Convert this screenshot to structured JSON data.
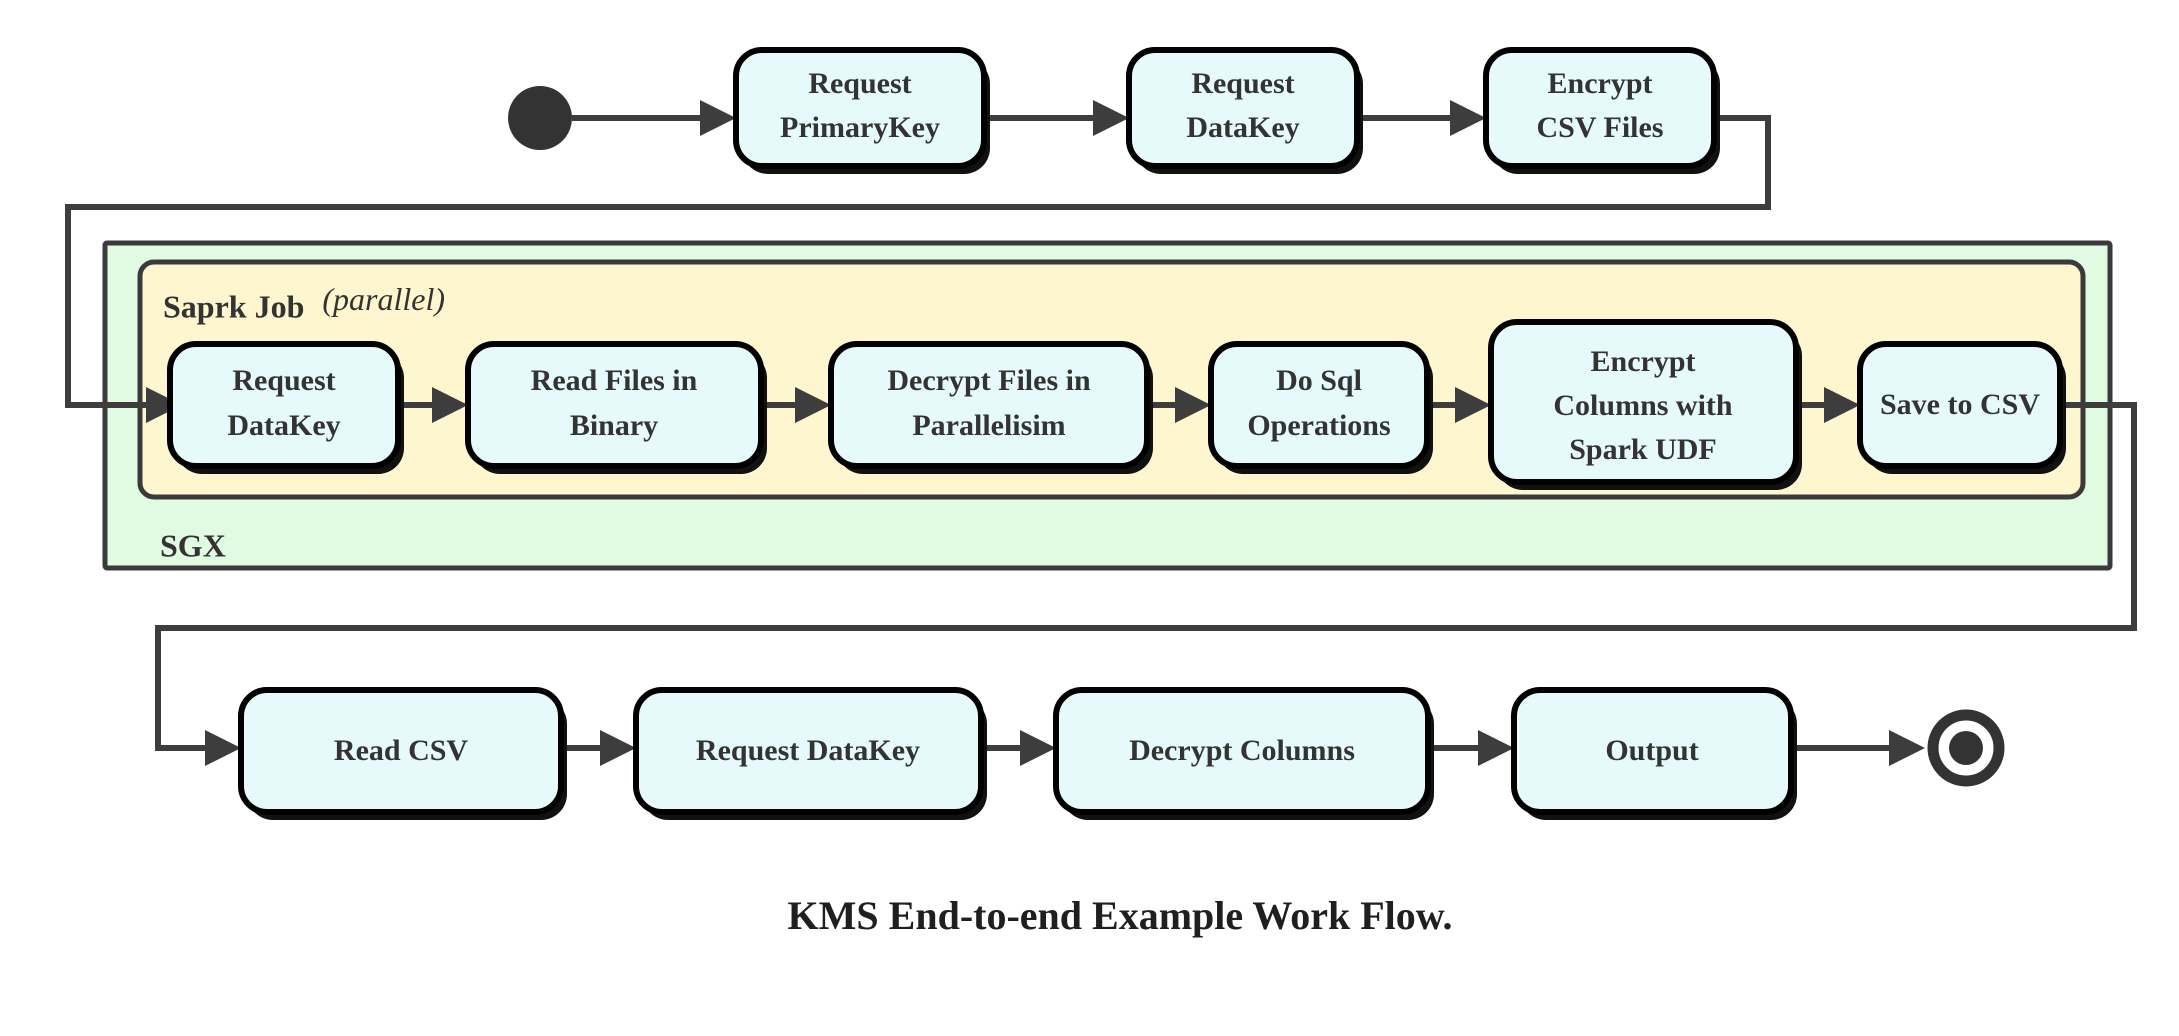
{
  "diagram": {
    "title": "KMS End-to-end Example Work Flow.",
    "type": "activity-flowchart",
    "colors": {
      "node_fill": "#e6f9fb",
      "node_stroke": "#000000",
      "sgx_container_fill": "#e0fbe2",
      "spark_container_fill": "#fdf6ce",
      "container_stroke": "#3a3a3a",
      "connector": "#3d3d3d",
      "text": "#333333"
    },
    "start_node": {
      "name": "start",
      "shape": "filled-circle"
    },
    "end_node": {
      "name": "end",
      "shape": "double-circle"
    },
    "containers": [
      {
        "id": "sgx",
        "label": "SGX",
        "label_italic": "",
        "fill": "#e0fbe2"
      },
      {
        "id": "spark-job",
        "label": "Saprk Job",
        "label_italic": "(parallel)",
        "label_italic_open": "(",
        "label_italic_word": "parallel",
        "label_italic_close": ")",
        "fill": "#fdf6ce"
      }
    ],
    "rows": [
      {
        "id": "top-row",
        "nodes": [
          {
            "id": "request-primarykey",
            "lines": [
              "Request",
              "PrimaryKey"
            ]
          },
          {
            "id": "request-datakey-top",
            "lines": [
              "Request",
              "DataKey"
            ]
          },
          {
            "id": "encrypt-csv-files",
            "lines": [
              "Encrypt",
              "CSV Files"
            ]
          }
        ]
      },
      {
        "id": "spark-row",
        "nodes": [
          {
            "id": "request-datakey-spark",
            "lines": [
              "Request",
              "DataKey"
            ]
          },
          {
            "id": "read-files-in-binary",
            "lines": [
              "Read Files in",
              "Binary"
            ]
          },
          {
            "id": "decrypt-files-in-parallelisim",
            "lines": [
              "Decrypt Files in",
              "Parallelisim"
            ]
          },
          {
            "id": "do-sql-operations",
            "lines": [
              "Do Sql",
              "Operations"
            ]
          },
          {
            "id": "encrypt-columns-with-spark-udf",
            "lines": [
              "Encrypt",
              "Columns with",
              "Spark UDF"
            ]
          },
          {
            "id": "save-to-csv",
            "lines": [
              "Save to CSV"
            ]
          }
        ]
      },
      {
        "id": "bottom-row",
        "nodes": [
          {
            "id": "read-csv",
            "lines": [
              "Read CSV"
            ]
          },
          {
            "id": "request-datakey-bottom",
            "lines": [
              "Request DataKey"
            ]
          },
          {
            "id": "decrypt-columns",
            "lines": [
              "Decrypt Columns"
            ]
          },
          {
            "id": "output",
            "lines": [
              "Output"
            ]
          }
        ]
      }
    ],
    "edges": [
      {
        "from": "start",
        "to": "request-primarykey"
      },
      {
        "from": "request-primarykey",
        "to": "request-datakey-top"
      },
      {
        "from": "request-datakey-top",
        "to": "encrypt-csv-files"
      },
      {
        "from": "encrypt-csv-files",
        "to": "request-datakey-spark"
      },
      {
        "from": "request-datakey-spark",
        "to": "read-files-in-binary"
      },
      {
        "from": "read-files-in-binary",
        "to": "decrypt-files-in-parallelisim"
      },
      {
        "from": "decrypt-files-in-parallelisim",
        "to": "do-sql-operations"
      },
      {
        "from": "do-sql-operations",
        "to": "encrypt-columns-with-spark-udf"
      },
      {
        "from": "encrypt-columns-with-spark-udf",
        "to": "save-to-csv"
      },
      {
        "from": "save-to-csv",
        "to": "read-csv"
      },
      {
        "from": "read-csv",
        "to": "request-datakey-bottom"
      },
      {
        "from": "request-datakey-bottom",
        "to": "decrypt-columns"
      },
      {
        "from": "decrypt-columns",
        "to": "output"
      },
      {
        "from": "output",
        "to": "end"
      }
    ]
  }
}
